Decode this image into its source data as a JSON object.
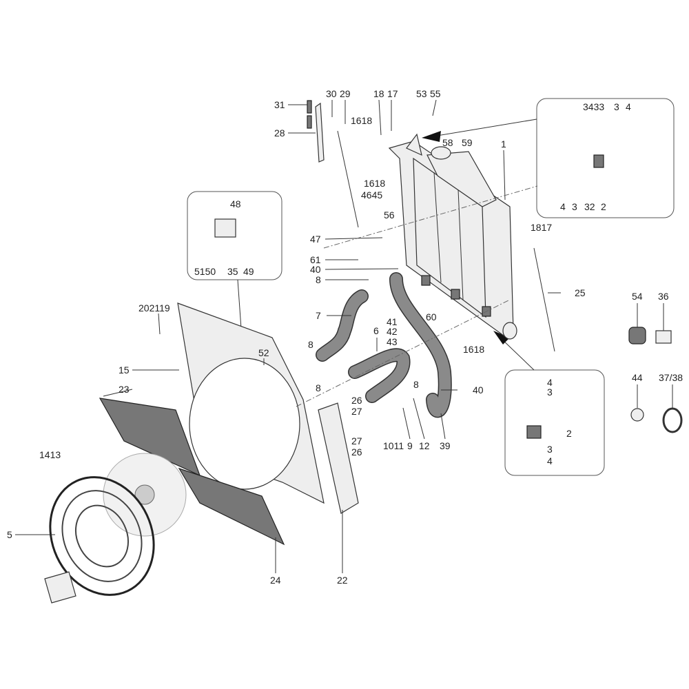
{
  "diagram": {
    "callouts": {
      "c31": "31",
      "c28": "28",
      "c30": "30",
      "c29": "29",
      "c18a": "18",
      "c17a": "17",
      "c53": "53",
      "c55": "55",
      "c1618a": "1618",
      "c1618b": "1618",
      "c4645": "4645",
      "c56": "56",
      "c47": "47",
      "c61": "61",
      "c40a": "40",
      "c8a": "8",
      "c58": "58",
      "c59": "59",
      "c1": "1",
      "c3433": "3433",
      "c3r": "3",
      "c4r": "4",
      "c4b": "4",
      "c3b": "3",
      "c32": "32",
      "c2b": "2",
      "c1817": "1817",
      "c25": "25",
      "c54": "54",
      "c36": "36",
      "c44": "44",
      "c3738": "37/38",
      "c4i1": "4",
      "c3i1": "3",
      "c2i": "2",
      "c3i2": "3",
      "c4i2": "4",
      "c48": "48",
      "c5150": "5150",
      "c35": "35",
      "c49": "49",
      "c202119": "202119",
      "c52": "52",
      "c15": "15",
      "c23": "23",
      "c1413": "1413",
      "c5": "5",
      "c24": "24",
      "c22": "22",
      "c7": "7",
      "c6": "6",
      "c41": "41",
      "c42": "42",
      "c43": "43",
      "c60": "60",
      "c1618c": "1618",
      "c8b": "8",
      "c8c": "8",
      "c8d": "8",
      "c40b": "40",
      "c26a": "26",
      "c27a": "27",
      "c27b": "27",
      "c26b": "26",
      "c1011": "1011",
      "c9": "9",
      "c12": "12",
      "c39": "39"
    }
  }
}
